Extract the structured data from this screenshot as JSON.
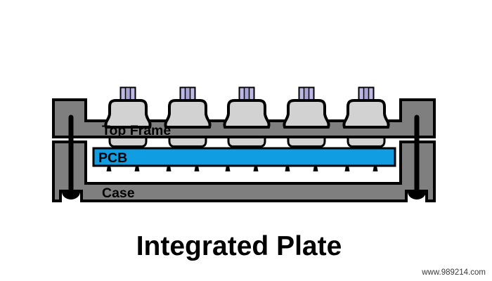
{
  "diagram": {
    "title": "Integrated Plate",
    "watermark": "www.989214.com",
    "labels": {
      "top_frame": "Top Frame",
      "pcb": "PCB",
      "case": "Case"
    },
    "switch_count": 5,
    "pin_count": 10,
    "colors": {
      "background": "#ffffff",
      "frame_gray": "#7f7f7f",
      "switch_body_gray": "#d2d2d2",
      "stem_lavender": "#bdb9e4",
      "stem_center": "#a8a4d5",
      "pcb_blue": "#109de2",
      "outline_black": "#000000"
    }
  }
}
